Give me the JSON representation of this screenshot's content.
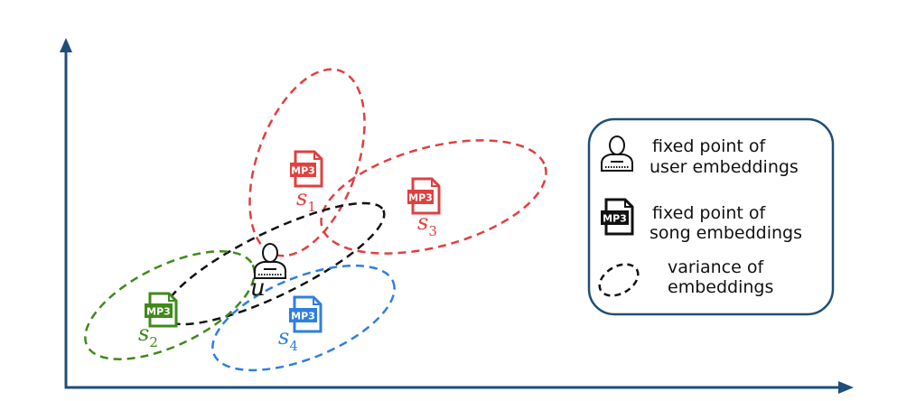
{
  "colors": {
    "axis": "#1f4e79",
    "red": "#e04040",
    "green": "#3f8a1a",
    "blue": "#2f7fe0",
    "black": "#111111",
    "legend_border": "#1f4e79"
  },
  "icons": {
    "user": "user-silhouette-icon",
    "song": "mp3-file-icon"
  },
  "points": {
    "user": {
      "label": "u"
    },
    "s1": {
      "label": "s",
      "sub": "1",
      "icon_text": "MP3"
    },
    "s2": {
      "label": "s",
      "sub": "2",
      "icon_text": "MP3"
    },
    "s3": {
      "label": "s",
      "sub": "3",
      "icon_text": "MP3"
    },
    "s4": {
      "label": "s",
      "sub": "4",
      "icon_text": "MP3"
    }
  },
  "legend": {
    "user": {
      "line1": "fixed point of",
      "line2": "user embeddings"
    },
    "song": {
      "line1": "fixed point of",
      "line2": "song embeddings",
      "icon_text": "MP3"
    },
    "variance": {
      "line1": "variance of",
      "line2": "embeddings"
    }
  }
}
